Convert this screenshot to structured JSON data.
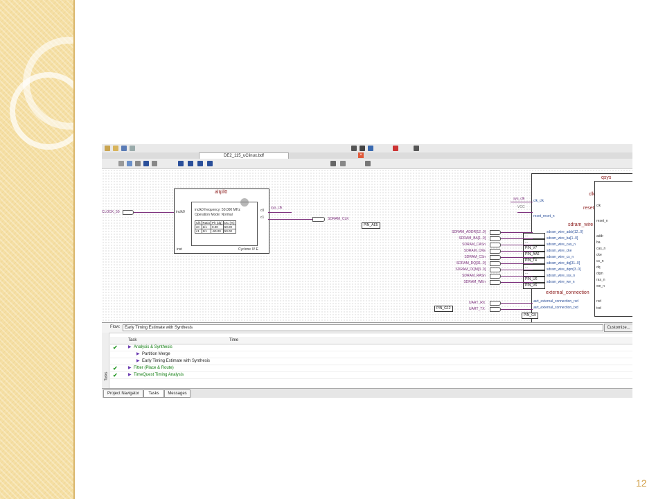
{
  "slide": {
    "page_number": "12"
  },
  "window": {
    "document_tab": "DE2_115_uClinux.bdf"
  },
  "schematic": {
    "pll": {
      "title": "altpll0",
      "input_pin": "inclk0",
      "input_signal": "CLOCK_50",
      "info_line1": "inclk0 frequency: 50.000 MHz",
      "info_line2": "Operation Mode: Normal",
      "table_headers": [
        "Clk",
        "Ratio",
        "Ph (dg)",
        "DC (%)"
      ],
      "table_rows": [
        [
          "c0",
          "1/1",
          "0.00",
          "50.00"
        ],
        [
          "c1",
          "1/1",
          "-60.00",
          "50.00"
        ]
      ],
      "out_c0": "c0",
      "out_c1": "c1",
      "inst": "inst",
      "device": "Cyclone IV E",
      "c0_net": "sys_clk"
    },
    "sdram_clk_out": {
      "label": "SDRAM_CLK",
      "pin": "PIN_AE5"
    },
    "qsys": {
      "title": "qsys",
      "clk_label": "clk",
      "reset_label": "reset",
      "clk_port": "clk_clk",
      "reset_port": "reset_reset_n",
      "sys_clk_net": "sys_clk",
      "vcc": "VCC",
      "sdram_wire": "sdram_wire",
      "sdram_ports": [
        "sdram_wire_addr[12..0]",
        "sdram_wire_ba[1..0]",
        "sdram_wire_cas_n",
        "sdram_wire_cke",
        "sdram_wire_cs_n",
        "sdram_wire_dq[31..0]",
        "sdram_wire_dqm[3..0]",
        "sdram_wire_ras_n",
        "sdram_wire_we_n"
      ],
      "sdram_right": [
        "addr",
        "ba",
        "cas_n",
        "cke",
        "cs_n",
        "dq",
        "dqm",
        "ras_n",
        "we_n"
      ],
      "ext_conn": "external_connection",
      "uart_ports": [
        "uart_external_connection_rxd",
        "uart_external_connection_txd"
      ],
      "uart_right": [
        "rxd",
        "txd"
      ]
    },
    "sdram_signals": [
      "SDRAM_ADDR[12..0]",
      "SDRAM_BA[1..0]",
      "SDRAM_CASn",
      "SDRAM_CKE",
      "SDRAM_CSn",
      "SDRAM_DQ[31..0]",
      "SDRAM_DQM[3..0]",
      "SDRAM_RASn",
      "SDRAM_WEn"
    ],
    "sdram_pins": [
      "...",
      "...",
      "PIN_V7",
      "PIN_AA6",
      "PIN_T4",
      "...",
      "...",
      "PIN_U6",
      "PIN_V6"
    ],
    "uart_signals": [
      "UART_RX",
      "UART_TX"
    ],
    "uart_pins": [
      "PIN_G12",
      "PIN_G9"
    ]
  },
  "tasks": {
    "flow_label": "Flow:",
    "flow_value": "Early Timing Estimate with Synthesis",
    "customize": "Customize...",
    "col_task": "Task",
    "col_time": "Time",
    "rows": [
      {
        "label": "Analysis & Synthesis",
        "status": "done",
        "indent": 0
      },
      {
        "label": "Partition Merge",
        "status": "",
        "indent": 1
      },
      {
        "label": "Early Timing Estimate with Synthesis",
        "status": "",
        "indent": 1
      },
      {
        "label": "Fitter (Place & Route)",
        "status": "done",
        "indent": 0
      },
      {
        "label": "TimeQuest Timing Analysis",
        "status": "done",
        "indent": 0
      }
    ],
    "side_label": "Tasks"
  },
  "bottom_tabs": [
    "Project Navigator",
    "Tasks",
    "Messages"
  ]
}
